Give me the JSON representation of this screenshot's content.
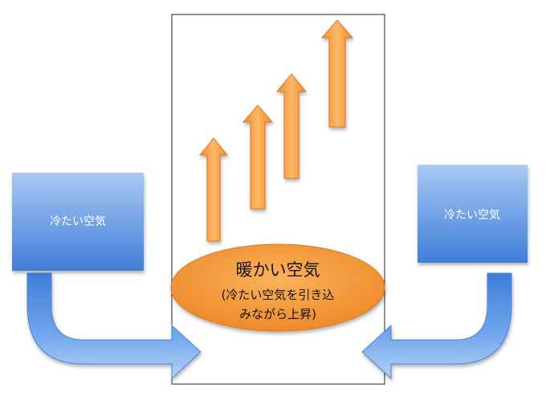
{
  "left_box": {
    "label": "冷たい空気",
    "color": "#4f86db"
  },
  "right_box": {
    "label": "冷たい空気",
    "color": "#4f86db"
  },
  "center_ellipse": {
    "title": "暖かい空気",
    "subtitle_line1": "(冷たい空気を引き込",
    "subtitle_line2": "みながら上昇)",
    "color": "#f0993c"
  },
  "rising_arrows": {
    "count": 4,
    "color": "#f7a040"
  },
  "inflow_arrows": {
    "count": 2,
    "color": "#5b97e6"
  }
}
